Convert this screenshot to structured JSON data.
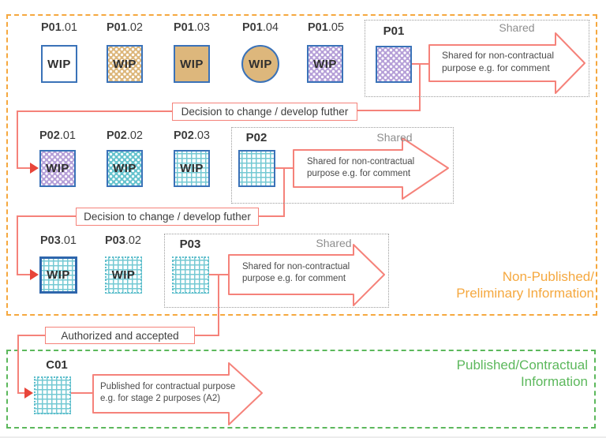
{
  "wip_label": "WIP",
  "shared_label": "Shared",
  "transitions": {
    "t1": "Decision to change / develop futher",
    "t2": "Decision to change / develop futher",
    "t3": "Authorized and accepted"
  },
  "sections": {
    "non_published": {
      "line1": "Non-Published/",
      "line2": "Preliminary Information"
    },
    "published": {
      "line1": "Published/Contractual",
      "line2": "Information"
    }
  },
  "rows": {
    "p01": {
      "versions": [
        {
          "prefix": "P01",
          "suffix": ".01"
        },
        {
          "prefix": "P01",
          "suffix": ".02"
        },
        {
          "prefix": "P01",
          "suffix": ".03"
        },
        {
          "prefix": "P01",
          "suffix": ".04"
        },
        {
          "prefix": "P01",
          "suffix": ".05"
        }
      ],
      "box_label": "P01",
      "arrow_line1": "Shared for non-contractual",
      "arrow_line2": "purpose e.g. for comment"
    },
    "p02": {
      "versions": [
        {
          "prefix": "P02",
          "suffix": ".01"
        },
        {
          "prefix": "P02",
          "suffix": ".02"
        },
        {
          "prefix": "P02",
          "suffix": ".03"
        }
      ],
      "box_label": "P02",
      "arrow_line1": "Shared for non-contractual",
      "arrow_line2": "purpose e.g. for comment"
    },
    "p03": {
      "versions": [
        {
          "prefix": "P03",
          "suffix": ".01"
        },
        {
          "prefix": "P03",
          "suffix": ".02"
        }
      ],
      "box_label": "P03",
      "arrow_line1": "Shared for non-contractual",
      "arrow_line2": "purpose e.g. for comment"
    },
    "c01": {
      "box_label": "C01",
      "arrow_line1": "Published for contractual purpose",
      "arrow_line2": "e.g. for stage 2 purposes (A2)"
    }
  },
  "colors": {
    "orange": "#F5A83F",
    "green": "#5CB85C",
    "salmon": "#F5827A",
    "red_arrowhead": "#E8453A",
    "blue_border": "#3A72B8",
    "tan": "#DDB77C",
    "purple": "#B6A0D8",
    "teal": "#66C3CE",
    "grid_teal": "#74C9D3",
    "gray_text": "#8E8E8E"
  }
}
